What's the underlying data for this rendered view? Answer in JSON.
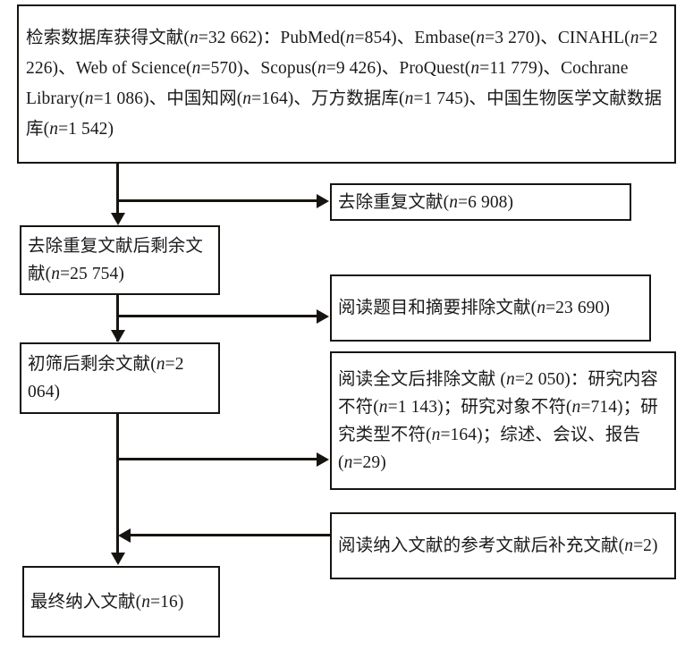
{
  "figure": {
    "type": "prisma-literature-screening-flowchart",
    "language": "zh-CN",
    "stroke_color": "#171410",
    "background_color": "#ffffff"
  },
  "nodes": {
    "sources": {
      "id": "box-sources",
      "text": "检索数据库获得文献(n=32 662)：PubMed(n=854)、Embase(n=3 270)、CINAHL(n=2 226)、Web of Science(n=570)、Scopus(n=9 426)、ProQuest(n=11 779)、Cochrane Library(n=1 086)、中国知网(n=164)、万方数据库(n=1 745)、中国生物医学文献数据库(n=1 542)",
      "total_label": "检索数据库获得文献",
      "total_n": 32662,
      "databases": [
        {
          "name": "PubMed",
          "n": 854
        },
        {
          "name": "Embase",
          "n": 3270
        },
        {
          "name": "CINAHL",
          "n": 2226
        },
        {
          "name": "Web of Science",
          "n": 570
        },
        {
          "name": "Scopus",
          "n": 9426
        },
        {
          "name": "ProQuest",
          "n": 11779
        },
        {
          "name": "Cochrane Library",
          "n": 1086
        },
        {
          "name": "中国知网",
          "n": 164
        },
        {
          "name": "万方数据库",
          "n": 1745
        },
        {
          "name": "中国生物医学文献数据库",
          "n": 1542
        }
      ]
    },
    "dedup_removed": {
      "id": "box-dedup-out",
      "text": "去除重复文献(n=6 908)",
      "label": "去除重复文献",
      "n": 6908
    },
    "dedup_remaining": {
      "id": "box-dedup-rem",
      "text": "去除重复文献后剩余文献(n=25 754)",
      "label": "去除重复文献后剩余文献",
      "n": 25754
    },
    "title_abstract_excluded": {
      "id": "box-ta-excl",
      "text": "阅读题目和摘要排除文献(n=23 690)",
      "label": "阅读题目和摘要排除文献",
      "n": 23690
    },
    "screened_remaining": {
      "id": "box-screened",
      "text": "初筛后剩余文献(n=2 064)",
      "label": "初筛后剩余文献",
      "n": 2064
    },
    "fulltext_excluded": {
      "id": "box-ft-excl",
      "text": "阅读全文后排除文献 (n=2 050)：研究内容不符(n=1 143)；研究对象不符(n=714)；研究类型不符(n=164)；综述、会议、报告(n=29)",
      "label": "阅读全文后排除文献",
      "n": 2050,
      "reasons": [
        {
          "reason": "研究内容不符",
          "n": 1143
        },
        {
          "reason": "研究对象不符",
          "n": 714
        },
        {
          "reason": "研究类型不符",
          "n": 164
        },
        {
          "reason": "综述、会议、报告",
          "n": 29
        }
      ]
    },
    "reference_added": {
      "id": "box-ref-add",
      "text": "阅读纳入文献的参考文献后补充文献(n=2)",
      "label": "阅读纳入文献的参考文献后补充文献",
      "n": 2
    },
    "final_included": {
      "id": "box-final",
      "text": "最终纳入文献(n=16)",
      "label": "最终纳入文献",
      "n": 16
    }
  },
  "edges": [
    {
      "from": "sources",
      "to": "dedup_removed",
      "direction": "right"
    },
    {
      "from": "sources",
      "to": "dedup_remaining",
      "direction": "down"
    },
    {
      "from": "dedup_remaining",
      "to": "title_abstract_excluded",
      "direction": "right"
    },
    {
      "from": "dedup_remaining",
      "to": "screened_remaining",
      "direction": "down"
    },
    {
      "from": "screened_remaining",
      "to": "fulltext_excluded",
      "direction": "right"
    },
    {
      "from": "reference_added",
      "to": "final_included",
      "direction": "left"
    },
    {
      "from": "screened_remaining",
      "to": "final_included",
      "direction": "down"
    }
  ]
}
